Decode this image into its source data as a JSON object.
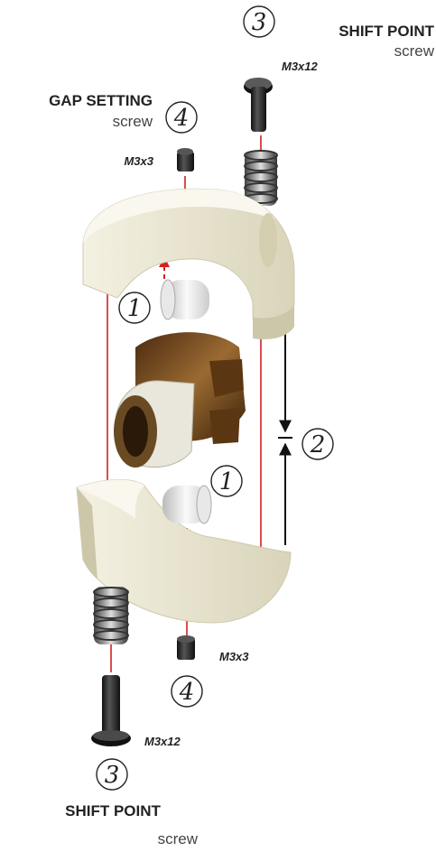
{
  "labels": {
    "shift_point_top_title": "SHIFT POINT",
    "shift_point_top_sub": "screw",
    "gap_setting_title": "GAP SETTING",
    "gap_setting_sub": "screw",
    "shift_point_bottom_title": "SHIFT POINT",
    "shift_point_bottom_sub": "screw",
    "m3x12_top": "M3x12",
    "m3x3_top": "M3x3",
    "m3x3_bottom": "M3x3",
    "m3x12_bottom": "M3x12"
  },
  "callouts": {
    "top_screw": "3",
    "gap_screw_top": "4",
    "pin_top": "1",
    "gap": "2",
    "pin_bottom": "1",
    "gap_screw_bottom": "4",
    "bottom_screw": "3"
  },
  "colors": {
    "guide_line": "#d42020",
    "body_part": "#ece8d3",
    "bushing_bronze": "#7a4a1c",
    "screw_black": "#1a1a1a"
  }
}
